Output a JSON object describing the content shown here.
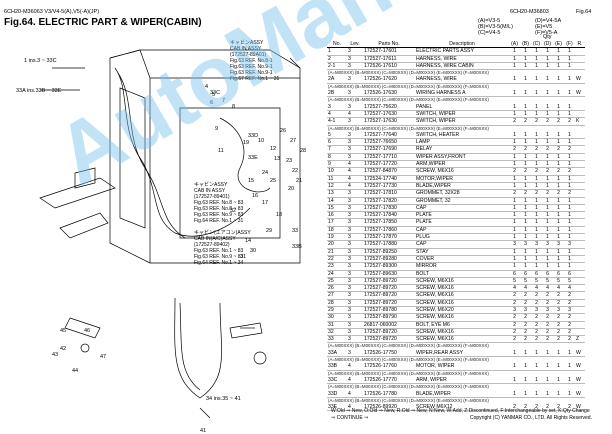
{
  "header": {
    "left_code": "6CH20-M36063 V3/V4-5(A),V5(-A)(JP)",
    "right_code": "6CH20-M36803",
    "right_fig": "Fig.64",
    "fig_title": "Fig.64. ELECTRIC PART & WIPER(CABIN)",
    "variants_left": [
      "(A)=V3-5",
      "(B)=V3-5(M/L)",
      "(C)=V4-5"
    ],
    "variants_right": [
      "(D)=V4-5A",
      "(E)=V5",
      "(F)=V5-A"
    ],
    "page_total": "Qty"
  },
  "table": {
    "headers": {
      "no": "No.",
      "lev": "Lev.",
      "pn": "Parts No.",
      "desc": "Description",
      "a": "(A)",
      "b": "(B)",
      "c": "(C)",
      "d": "(D)",
      "e": "(E)",
      "f": "(F)",
      "rm": "R."
    },
    "rows": [
      {
        "no": "1",
        "lev": "3",
        "pn": "172527-17601",
        "desc": "ELECTRIC PARTS ASSY",
        "q": [
          "1",
          "1",
          "1",
          "1",
          "1",
          "1"
        ],
        "rm": ""
      },
      {
        "no": "2",
        "lev": "3",
        "pn": "172527-17611",
        "desc": "HARNESS, WIRE",
        "q": [
          "1",
          "1",
          "1",
          "1",
          "1",
          "1"
        ],
        "rm": ""
      },
      {
        "no": "2-1",
        "lev": "3",
        "pn": "172526-17610",
        "desc": "HARNESS, WIRE CABIN",
        "q": [
          "1",
          "1",
          "1",
          "1",
          "1",
          "1"
        ],
        "rm": ""
      },
      {
        "sub": "(A=M00XXX)        (B=M00XXX)        (C=M00XXX)        (D=M00XXX)        (E=M00XXX)        (F=M00XXX)"
      },
      {
        "no": "2A",
        "lev": "3",
        "pn": "172526-17620",
        "desc": "HARNESS, WIRE",
        "q": [
          "1",
          "1",
          "1",
          "1",
          "1",
          "1"
        ],
        "rm": "W"
      },
      {
        "sub": "(A=M00XXX)        (B=M00XXX)        (C=M00XXX)        (D=M00XXX)        (E=M00XXX)        (F=M00XXX)"
      },
      {
        "no": "2B",
        "lev": "3",
        "pn": "172526-17630",
        "desc": "WIRING HARNESS A",
        "q": [
          "1",
          "1",
          "1",
          "1",
          "1",
          "1"
        ],
        "rm": "W"
      },
      {
        "sub": "(A=M00XXX)        (B=M00XXX)        (C=M00XXX)        (D=M00XXX)        (E=M00XXX)        (F=M00XXX)"
      },
      {
        "no": "3",
        "lev": "3",
        "pn": "172527-75620",
        "desc": "PANEL",
        "q": [
          "1",
          "1",
          "1",
          "1",
          "1",
          "1"
        ],
        "rm": ""
      },
      {
        "no": "4",
        "lev": "4",
        "pn": "172527-17630",
        "desc": "SWITCH, WIPER",
        "q": [
          "1",
          "1",
          "1",
          "1",
          "1",
          "1"
        ],
        "rm": ""
      },
      {
        "no": "4-1",
        "lev": "3",
        "pn": "172527-17630",
        "desc": "SWITCH, WIPER",
        "q": [
          "2",
          "2",
          "2",
          "2",
          "2",
          "2"
        ],
        "rm": "K"
      },
      {
        "sub": "(A=M00XXX)        (B=M00XXX)        (C=M00XXX)        (D=M00XXX)        (E=M00XXX)        (F=M00XXX)"
      },
      {
        "no": "5",
        "lev": "3",
        "pn": "172527-77640",
        "desc": "SWITCH, HEATER",
        "q": [
          "1",
          "1",
          "1",
          "1",
          "1",
          "1"
        ],
        "rm": ""
      },
      {
        "no": "6",
        "lev": "3",
        "pn": "172527-76650",
        "desc": "LAMP",
        "q": [
          "1",
          "1",
          "1",
          "1",
          "1",
          "1"
        ],
        "rm": ""
      },
      {
        "no": "7",
        "lev": "3",
        "pn": "172527-17690",
        "desc": "RELAY",
        "q": [
          "2",
          "2",
          "2",
          "2",
          "2",
          "2"
        ],
        "rm": ""
      },
      {
        "no": "8",
        "lev": "3",
        "pn": "172527-17710",
        "desc": "WIPER ASSY,FRONT",
        "q": [
          "1",
          "1",
          "1",
          "1",
          "1",
          "1"
        ],
        "rm": ""
      },
      {
        "no": "9",
        "lev": "4",
        "pn": "172527-17720",
        "desc": "ARM,WIPER",
        "q": [
          "1",
          "1",
          "1",
          "1",
          "1",
          "1"
        ],
        "rm": ""
      },
      {
        "no": "10",
        "lev": "4",
        "pn": "172527-84870",
        "desc": "SCREW, M6X16",
        "q": [
          "2",
          "2",
          "2",
          "2",
          "2",
          "2"
        ],
        "rm": ""
      },
      {
        "no": "11",
        "lev": "4",
        "pn": "172524-17740",
        "desc": "MOTOR,WIPER",
        "q": [
          "1",
          "1",
          "1",
          "1",
          "1",
          "1"
        ],
        "rm": ""
      },
      {
        "no": "12",
        "lev": "4",
        "pn": "172527-17730",
        "desc": "BLADE,WIPER",
        "q": [
          "1",
          "1",
          "1",
          "1",
          "1",
          "1"
        ],
        "rm": ""
      },
      {
        "no": "13",
        "lev": "3",
        "pn": "172527-17810",
        "desc": "GROMMET, 32X28",
        "q": [
          "2",
          "2",
          "2",
          "2",
          "2",
          "2"
        ],
        "rm": ""
      },
      {
        "no": "14",
        "lev": "3",
        "pn": "172527-17820",
        "desc": "GROMMET, 32",
        "q": [
          "1",
          "1",
          "1",
          "1",
          "1",
          "1"
        ],
        "rm": ""
      },
      {
        "no": "15",
        "lev": "3",
        "pn": "172527-17830",
        "desc": "CAP",
        "q": [
          "1",
          "1",
          "1",
          "1",
          "1",
          "1"
        ],
        "rm": ""
      },
      {
        "no": "16",
        "lev": "3",
        "pn": "172527-17840",
        "desc": "PLATE",
        "q": [
          "1",
          "1",
          "1",
          "1",
          "1",
          "1"
        ],
        "rm": ""
      },
      {
        "no": "17",
        "lev": "3",
        "pn": "172527-17850",
        "desc": "PLATE",
        "q": [
          "1",
          "1",
          "1",
          "1",
          "1",
          "1"
        ],
        "rm": ""
      },
      {
        "no": "18",
        "lev": "3",
        "pn": "172527-17860",
        "desc": "CAP",
        "q": [
          "1",
          "1",
          "1",
          "1",
          "1",
          "1"
        ],
        "rm": ""
      },
      {
        "no": "19",
        "lev": "3",
        "pn": "172527-17870",
        "desc": "PLUG",
        "q": [
          "1",
          "1",
          "1",
          "1",
          "1",
          "1"
        ],
        "rm": ""
      },
      {
        "no": "20",
        "lev": "3",
        "pn": "172527-17880",
        "desc": "CAP",
        "q": [
          "3",
          "3",
          "3",
          "3",
          "3",
          "3"
        ],
        "rm": ""
      },
      {
        "no": "21",
        "lev": "3",
        "pn": "172527-89250",
        "desc": "STAY",
        "q": [
          "1",
          "1",
          "1",
          "1",
          "1",
          "1"
        ],
        "rm": ""
      },
      {
        "no": "22",
        "lev": "3",
        "pn": "172527-89280",
        "desc": "COVER",
        "q": [
          "1",
          "1",
          "1",
          "1",
          "1",
          "1"
        ],
        "rm": ""
      },
      {
        "no": "23",
        "lev": "3",
        "pn": "172527-89300",
        "desc": "MIRROR",
        "q": [
          "1",
          "1",
          "1",
          "1",
          "1",
          "1"
        ],
        "rm": ""
      },
      {
        "no": "24",
        "lev": "3",
        "pn": "172527-89630",
        "desc": "BOLT",
        "q": [
          "6",
          "6",
          "6",
          "6",
          "6",
          "6"
        ],
        "rm": ""
      },
      {
        "no": "25",
        "lev": "3",
        "pn": "172527-89720",
        "desc": "SCREW, M6X16",
        "q": [
          "5",
          "5",
          "5",
          "5",
          "5",
          "5"
        ],
        "rm": ""
      },
      {
        "no": "26",
        "lev": "3",
        "pn": "172527-89720",
        "desc": "SCREW, M6X16",
        "q": [
          "4",
          "4",
          "4",
          "4",
          "4",
          "4"
        ],
        "rm": ""
      },
      {
        "no": "27",
        "lev": "3",
        "pn": "172527-89720",
        "desc": "SCREW, M6X16",
        "q": [
          "2",
          "2",
          "2",
          "2",
          "2",
          "2"
        ],
        "rm": ""
      },
      {
        "no": "28",
        "lev": "3",
        "pn": "172527-89720",
        "desc": "SCREW, M6X16",
        "q": [
          "2",
          "2",
          "2",
          "2",
          "2",
          "2"
        ],
        "rm": ""
      },
      {
        "no": "29",
        "lev": "3",
        "pn": "172527-89780",
        "desc": "SCREW, M6X20",
        "q": [
          "3",
          "3",
          "3",
          "3",
          "3",
          "3"
        ],
        "rm": ""
      },
      {
        "no": "30",
        "lev": "3",
        "pn": "172527-89790",
        "desc": "SCREW, M6X16",
        "q": [
          "2",
          "2",
          "2",
          "2",
          "2",
          "2"
        ],
        "rm": ""
      },
      {
        "no": "31",
        "lev": "3",
        "pn": "26817-060002",
        "desc": "BOLT, EYE M6",
        "q": [
          "2",
          "2",
          "2",
          "2",
          "2",
          "2"
        ],
        "rm": ""
      },
      {
        "no": "32",
        "lev": "3",
        "pn": "172527-89720",
        "desc": "SCREW, M6X16",
        "q": [
          "2",
          "2",
          "2",
          "2",
          "2",
          "2"
        ],
        "rm": ""
      },
      {
        "no": "33",
        "lev": "3",
        "pn": "172527-89720",
        "desc": "SCREW, M6X16",
        "q": [
          "2",
          "2",
          "2",
          "2",
          "2",
          "2"
        ],
        "rm": "Z"
      },
      {
        "sub": "(A=M00XXX)        (B=M00XXX)        (C=M00XXX)        (D=M00XXX)        (E=M00XXX)        (F=M00XXX)"
      },
      {
        "no": "33A",
        "lev": "3",
        "pn": "172526-17750",
        "desc": "WIPER,REAR ASSY",
        "q": [
          "1",
          "1",
          "1",
          "1",
          "1",
          "1"
        ],
        "rm": "W"
      },
      {
        "sub": "(A=M00XXX)        (B=M00XXX)        (C=M00XXX)        (D=M00XXX)        (E=M00XXX)        (F=M00XXX)"
      },
      {
        "no": "33B",
        "lev": "4",
        "pn": "172526-17760",
        "desc": "MOTOR, WIPER",
        "q": [
          "1",
          "1",
          "1",
          "1",
          "1",
          "1"
        ],
        "rm": "W"
      },
      {
        "sub": "(A=M00XXX)        (B=M00XXX)        (C=M00XXX)        (D=M00XXX)        (E=M00XXX)        (F=M00XXX)"
      },
      {
        "no": "33C",
        "lev": "4",
        "pn": "172526-17770",
        "desc": "ARM, WIPER",
        "q": [
          "1",
          "1",
          "1",
          "1",
          "1",
          "1"
        ],
        "rm": "W"
      },
      {
        "sub": "(A=M00XXX)        (B=M00XXX)        (C=M00XXX)        (D=M00XXX)        (E=M00XXX)        (F=M00XXX)"
      },
      {
        "no": "33D",
        "lev": "4",
        "pn": "172526-17780",
        "desc": "BLADE,WIPER",
        "q": [
          "1",
          "1",
          "1",
          "1",
          "1",
          "1"
        ],
        "rm": "W"
      },
      {
        "sub": "(A=M00XXX)        (B=M00XXX)        (C=M00XXX)        (D=M00XXX)        (E=M00XXX)        (F=M00XXX)"
      },
      {
        "no": "33E",
        "lev": "4",
        "pn": "172526-89920",
        "desc": "SCREW M6X12",
        "q": [
          "2",
          "2",
          "2",
          "2",
          "2",
          "2"
        ],
        "rm": "W"
      }
    ]
  },
  "footer": {
    "legend": "W:Old ⇒ New, O:Old ⇒ New, R:Old ⇒ New, N:New, W:Add, Z:Discontinued, F:Interchangeable by set, K:Qty Change",
    "continue": "⇒ CONTINUE ⇒",
    "copyright": "Copyright (C) YANMAR CO., LTD. All Rights Reserved."
  },
  "diagram": {
    "bom1": [
      "キャビンASSY",
      "CAB IN ASSY",
      "(172527-89A01)",
      "Fig.63 REF. No.8-1",
      "Fig.63 REF. No.9-1",
      "Fig.63 REF. No.9-1",
      "Fig.67 REF. No.1 ~ 31"
    ],
    "bom2": [
      "キャビンASSY",
      "CAB IN ASSY",
      "(172527-89401)",
      "Fig.63 REF. No.8 ~ 83",
      "Fig.63 REF. No.8 ~ 83",
      "Fig.63 REF. No.9 ~ 83",
      "Fig.64 REF. No.1 ~ 31"
    ],
    "bom3": [
      "キャビン(エアコン)ASSY",
      "CAB IN(A/C)ASSY",
      "(172527-89402)",
      "Fig.63 REF. No.1 ~ 83",
      "Fig.63 REF. No.9 ~ 83",
      "Fig.64 REF. No.1 ~ 34"
    ],
    "callouts": [
      "1 ins.3 ~ 33C",
      "33A ins.33B ~ 33E",
      "34 ins.35 ~ 41",
      "33C",
      "33E",
      "33D"
    ],
    "labels": [
      "4",
      "5",
      "6",
      "7",
      "8",
      "9",
      "10",
      "11",
      "12",
      "13",
      "14",
      "15",
      "16",
      "17",
      "18",
      "19",
      "20",
      "21",
      "22",
      "23",
      "24",
      "25",
      "26",
      "27",
      "28",
      "29",
      "30",
      "31",
      "32",
      "33",
      "33B",
      "41",
      "42",
      "43",
      "44",
      "45",
      "46",
      "47"
    ],
    "watermark": "AutoManua"
  }
}
